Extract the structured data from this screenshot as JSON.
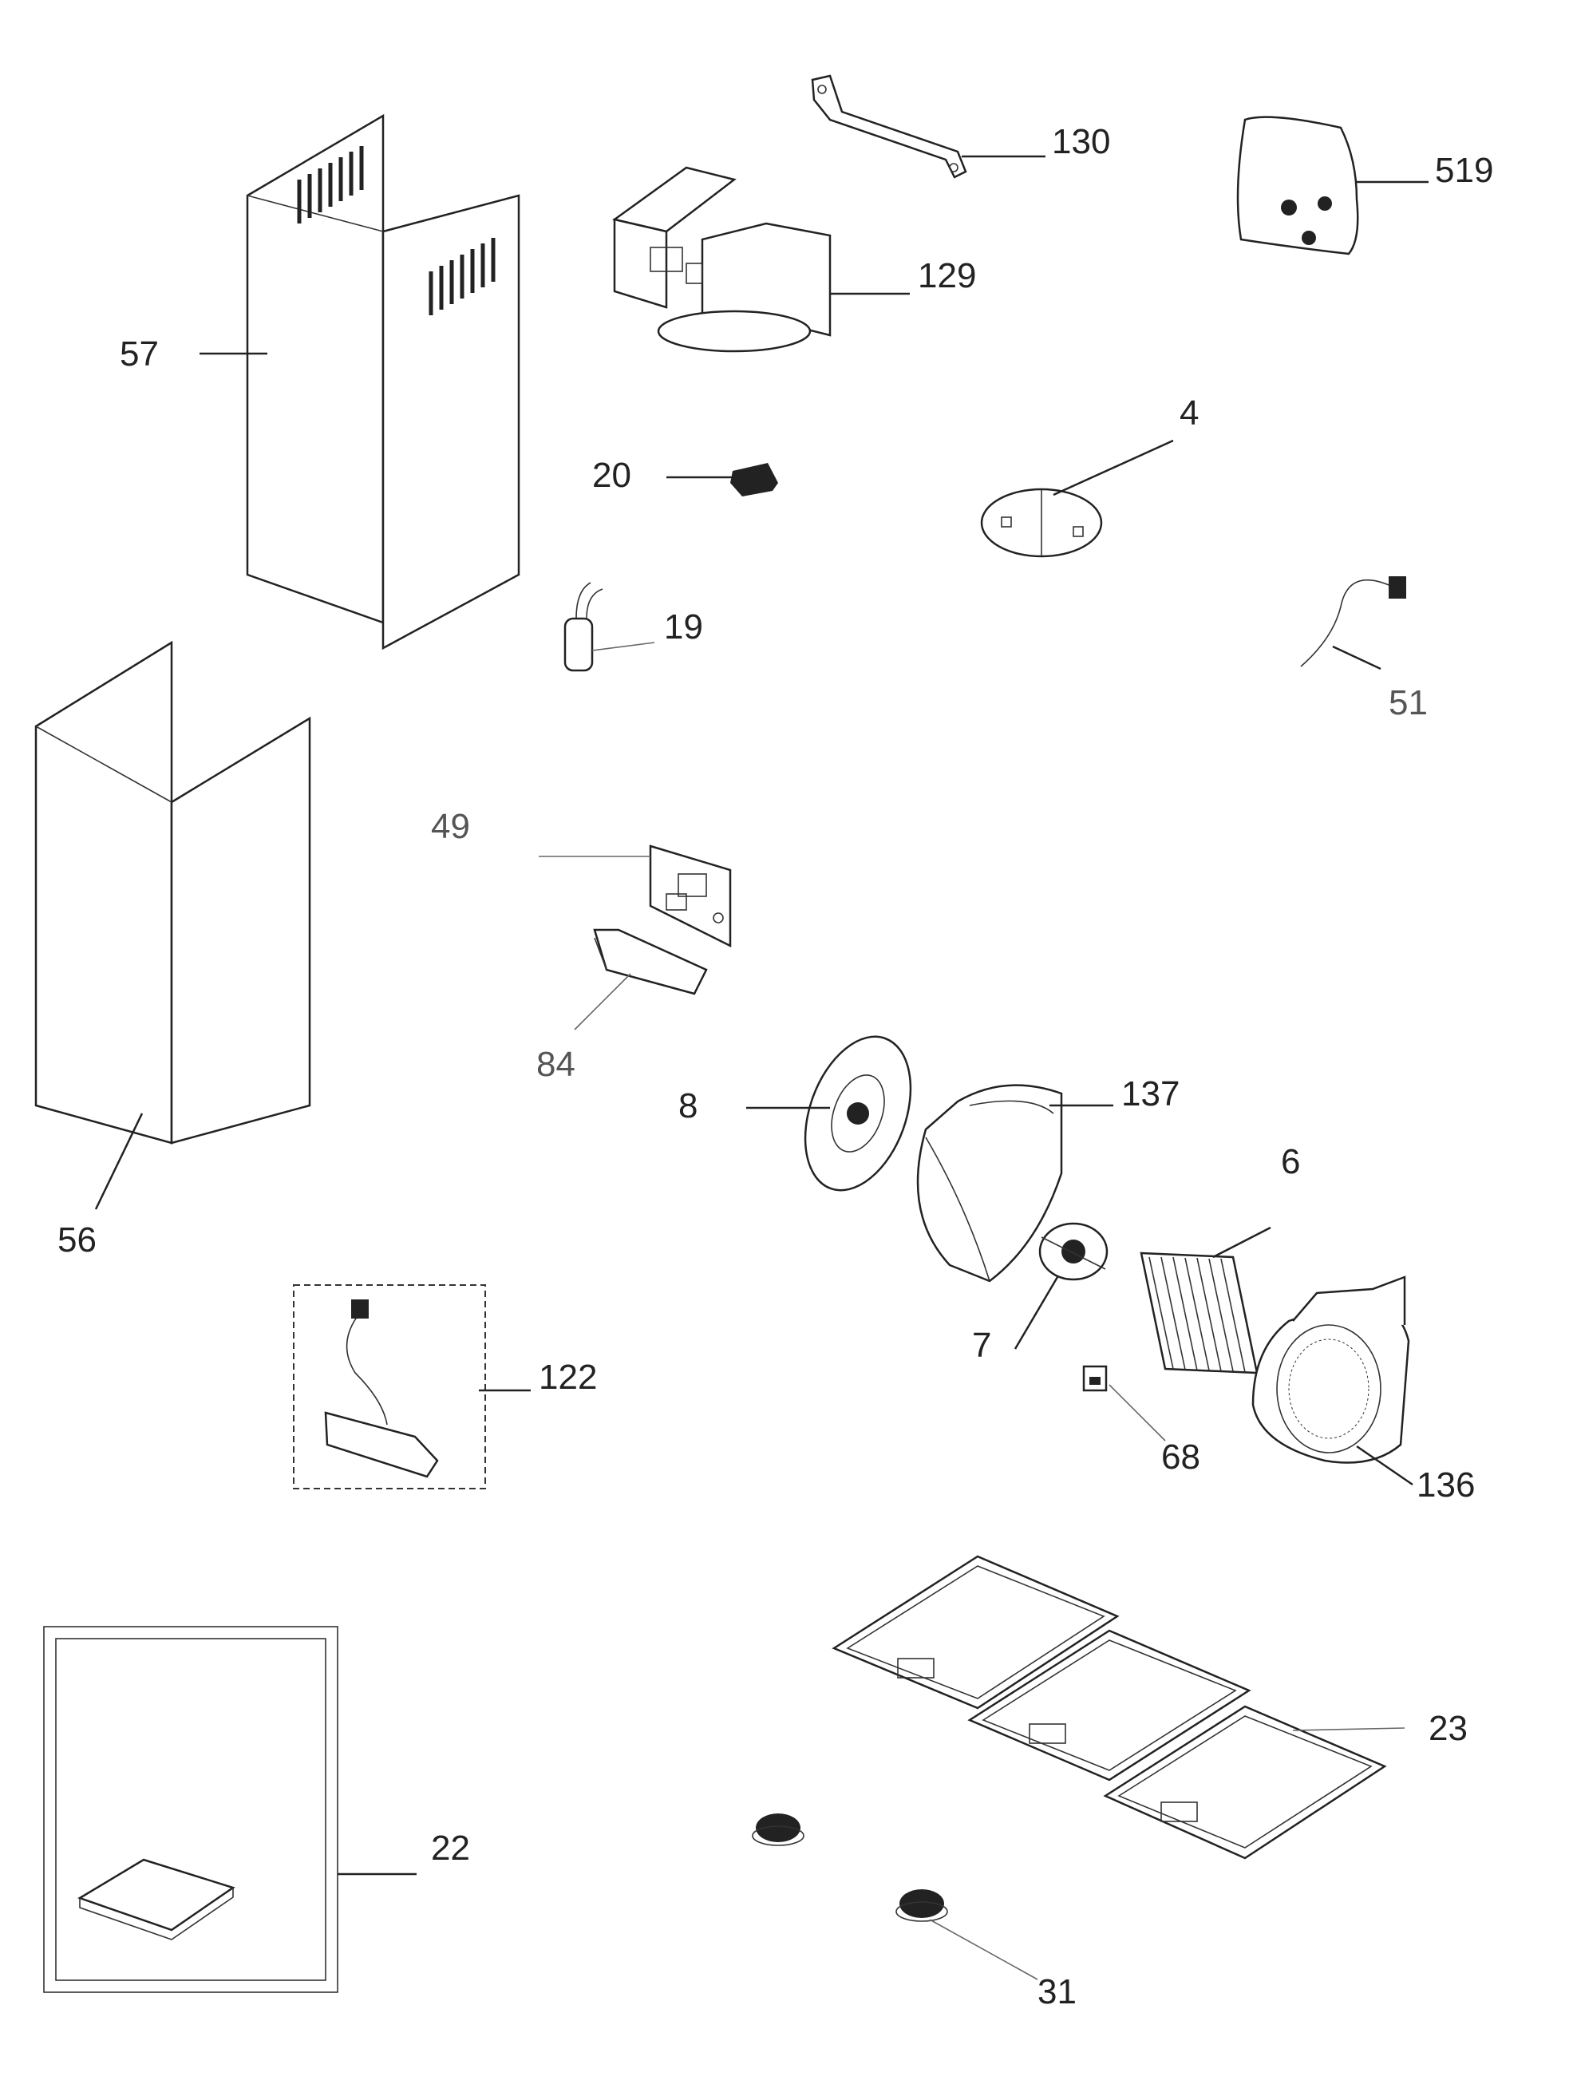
{
  "parts": [
    {
      "id": "p130",
      "number": "130"
    },
    {
      "id": "p519",
      "number": "519"
    },
    {
      "id": "p129",
      "number": "129"
    },
    {
      "id": "p57",
      "number": "57"
    },
    {
      "id": "p4",
      "number": "4"
    },
    {
      "id": "p20",
      "number": "20"
    },
    {
      "id": "p19",
      "number": "19"
    },
    {
      "id": "p51",
      "number": "51"
    },
    {
      "id": "p49",
      "number": "49"
    },
    {
      "id": "p84",
      "number": "84"
    },
    {
      "id": "p8",
      "number": "8"
    },
    {
      "id": "p137",
      "number": "137"
    },
    {
      "id": "p6",
      "number": "6"
    },
    {
      "id": "p56",
      "number": "56"
    },
    {
      "id": "p7",
      "number": "7"
    },
    {
      "id": "p122",
      "number": "122"
    },
    {
      "id": "p68",
      "number": "68"
    },
    {
      "id": "p136",
      "number": "136"
    },
    {
      "id": "p23",
      "number": "23"
    },
    {
      "id": "p22",
      "number": "22"
    },
    {
      "id": "p31",
      "number": "31"
    }
  ],
  "colors": {
    "line": "#222222",
    "background": "#ffffff"
  }
}
